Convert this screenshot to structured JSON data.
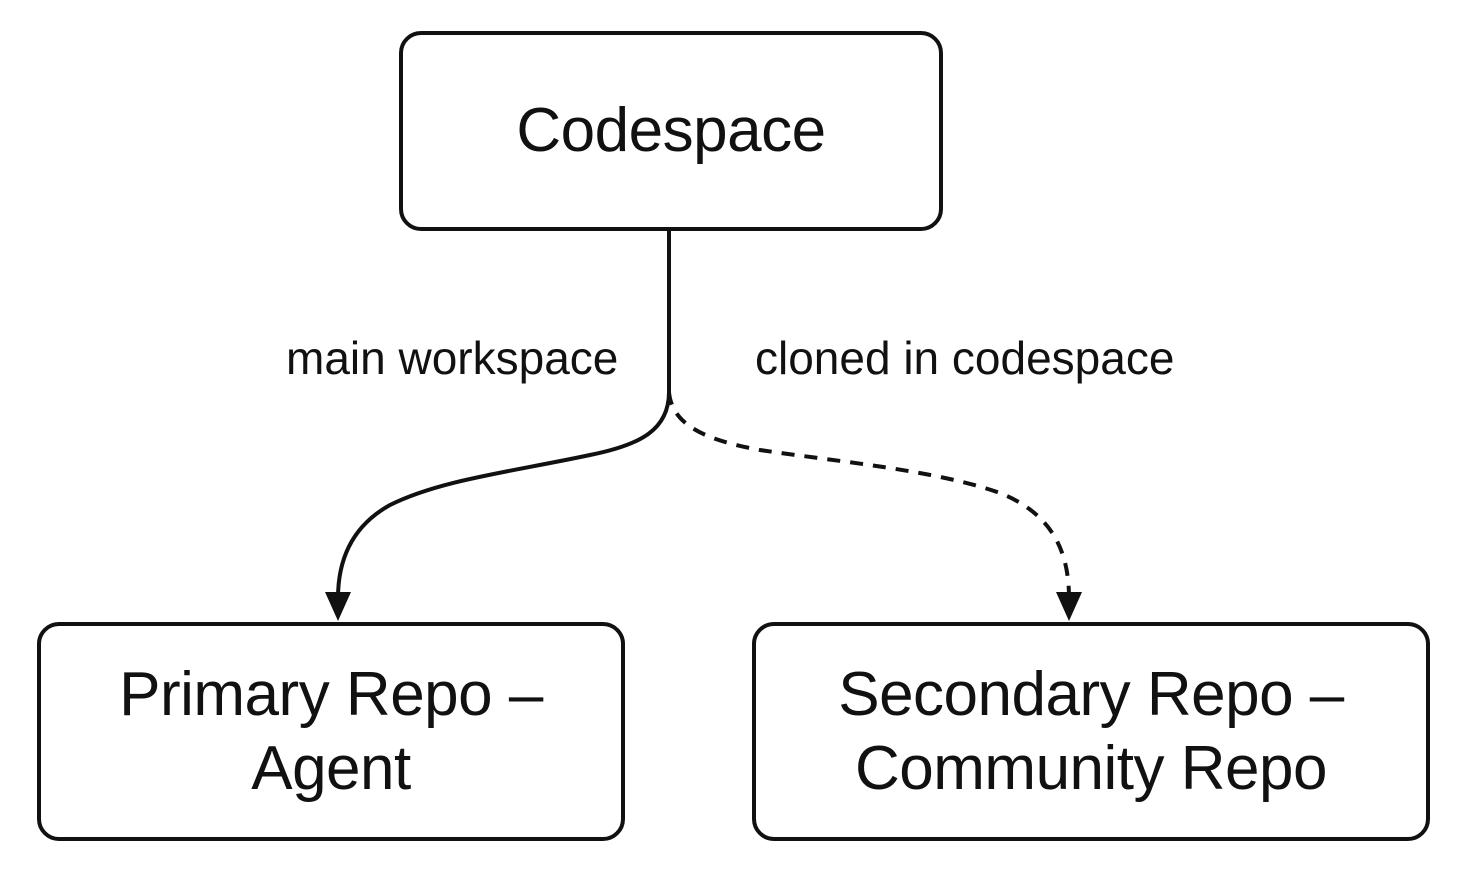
{
  "nodes": {
    "codespace": {
      "label": "Codespace"
    },
    "primary": {
      "label": "Primary Repo –\nAgent"
    },
    "secondary": {
      "label": "Secondary Repo –\nCommunity Repo"
    }
  },
  "edges": {
    "main_workspace": {
      "label": "main workspace",
      "style": "solid"
    },
    "cloned_in_codespace": {
      "label": "cloned in codespace",
      "style": "dashed"
    }
  },
  "colors": {
    "stroke": "#111111",
    "background": "#ffffff"
  }
}
